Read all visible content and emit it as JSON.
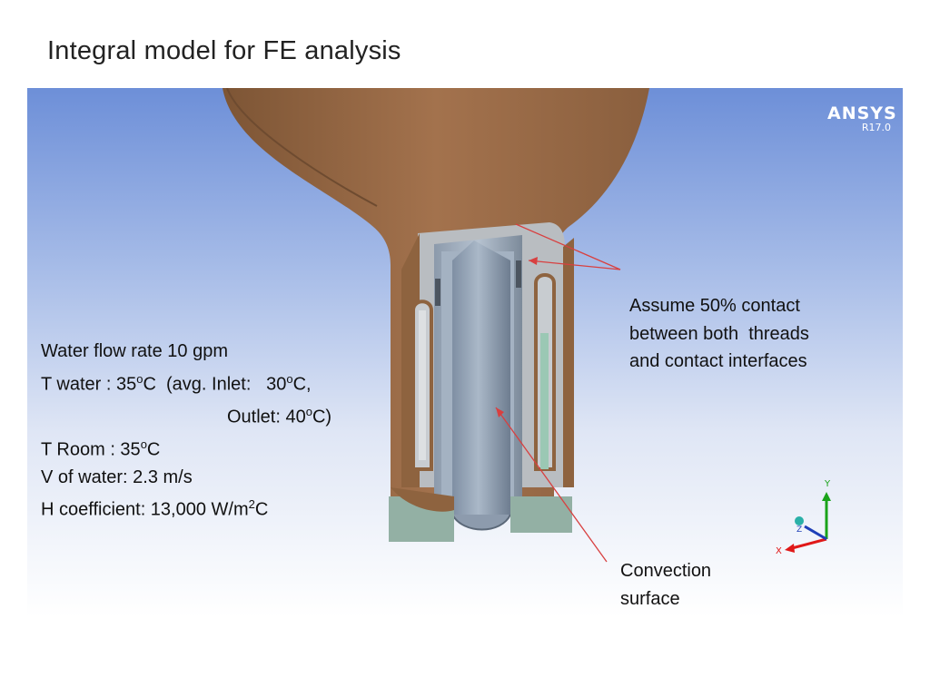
{
  "slide": {
    "title": "Integral model for FE analysis"
  },
  "viewport": {
    "background_top": "#6d8fd8",
    "background_bottom": "#ffffff",
    "logo": {
      "name": "ANSYS",
      "version": "R17.0"
    },
    "triad": {
      "x_label": "X",
      "y_label": "Y",
      "z_label": "Z"
    }
  },
  "left_notes": {
    "line1": "Water flow rate 10 gpm",
    "line2_a": "T water : 35",
    "line2_sup1": "o",
    "line2_b": "C  (avg. Inlet:   30",
    "line2_sup2": "o",
    "line2_c": "C,",
    "line3_a": "Outlet: 40",
    "line3_sup": "o",
    "line3_b": "C)",
    "line4_a": "T Room : 35",
    "line4_sup": "o",
    "line4_b": "C",
    "line5": "V of water: 2.3 m/s",
    "line6_a": "H coefficient: 13,000 W/m",
    "line6_sup": "2",
    "line6_b": "C"
  },
  "right_notes": {
    "contact_line1": "Assume 50% contact",
    "contact_line2": "between both  threads",
    "contact_line3": "and contact interfaces",
    "convection_line1": "Convection",
    "convection_line2": "surface"
  },
  "colors": {
    "copper": "#9a6a47",
    "steel": "#9aa8b8",
    "gray_body": "#b8bcc0",
    "annotation_arrow": "#d84040"
  }
}
